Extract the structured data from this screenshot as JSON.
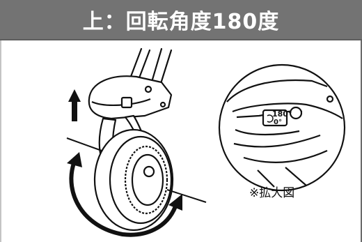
{
  "header": {
    "title": "上：回転角度180度"
  },
  "zoom_view": {
    "angle_top": "180°",
    "angle_bottom": "0°"
  },
  "caption": {
    "text": "※拡大図"
  }
}
